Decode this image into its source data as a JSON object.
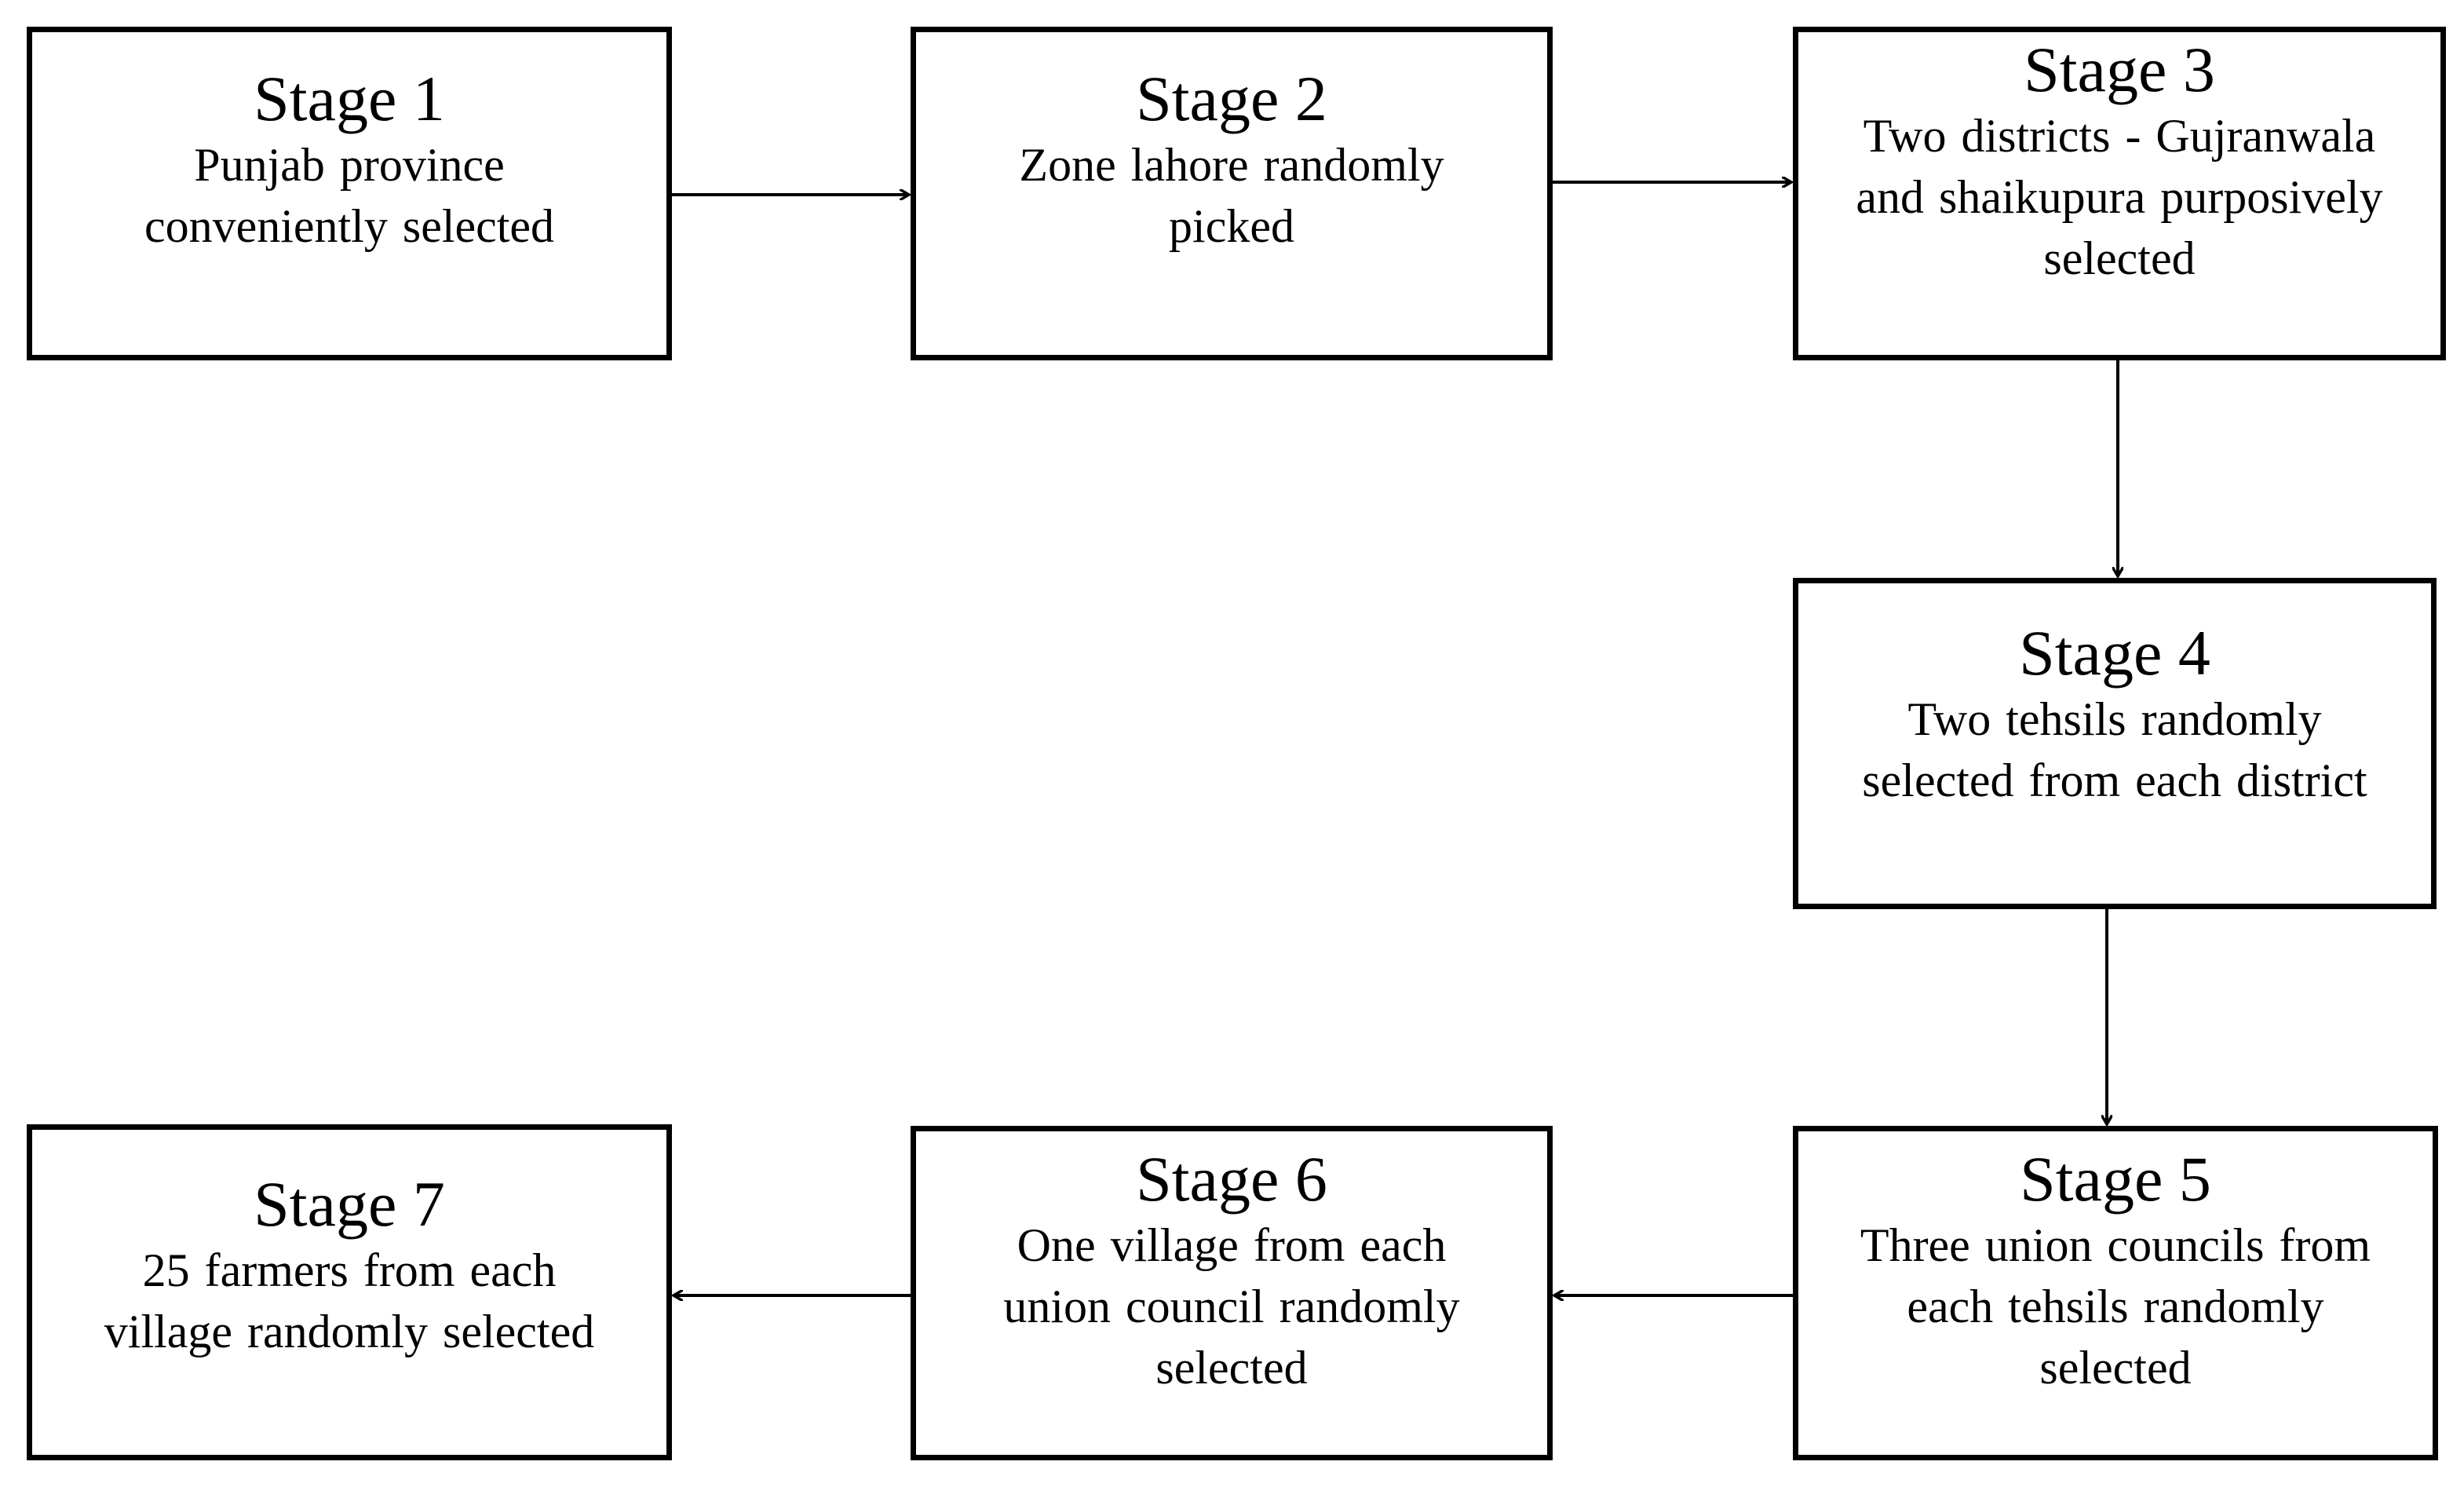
{
  "stages": [
    {
      "title": "Stage 1",
      "description": "Punjab province\nconveniently  selected"
    },
    {
      "title": "Stage 2",
      "description": "Zone lahore randomly\npicked"
    },
    {
      "title": "Stage 3",
      "description": "Two districts - Gujranwala\nand shaikupura  purposively\nselected"
    },
    {
      "title": "Stage 4",
      "description": "Two tehsils randomly\nselected from each district"
    },
    {
      "title": "Stage 5",
      "description": "Three union councils  from\neach tehsils randomly\nselected"
    },
    {
      "title": "Stage 6",
      "description": "One village  from each\nunion council randomly\nselected"
    },
    {
      "title": "Stage 7",
      "description": "25 farmers  from each\nvillage randomly  selected"
    }
  ],
  "flow": [
    {
      "from": "Stage 1",
      "to": "Stage 2"
    },
    {
      "from": "Stage 2",
      "to": "Stage 3"
    },
    {
      "from": "Stage 3",
      "to": "Stage 4"
    },
    {
      "from": "Stage 4",
      "to": "Stage 5"
    },
    {
      "from": "Stage 5",
      "to": "Stage 6"
    },
    {
      "from": "Stage 6",
      "to": "Stage 7"
    }
  ],
  "colors": {
    "border": "#000000",
    "background": "#ffffff",
    "text": "#000000"
  }
}
